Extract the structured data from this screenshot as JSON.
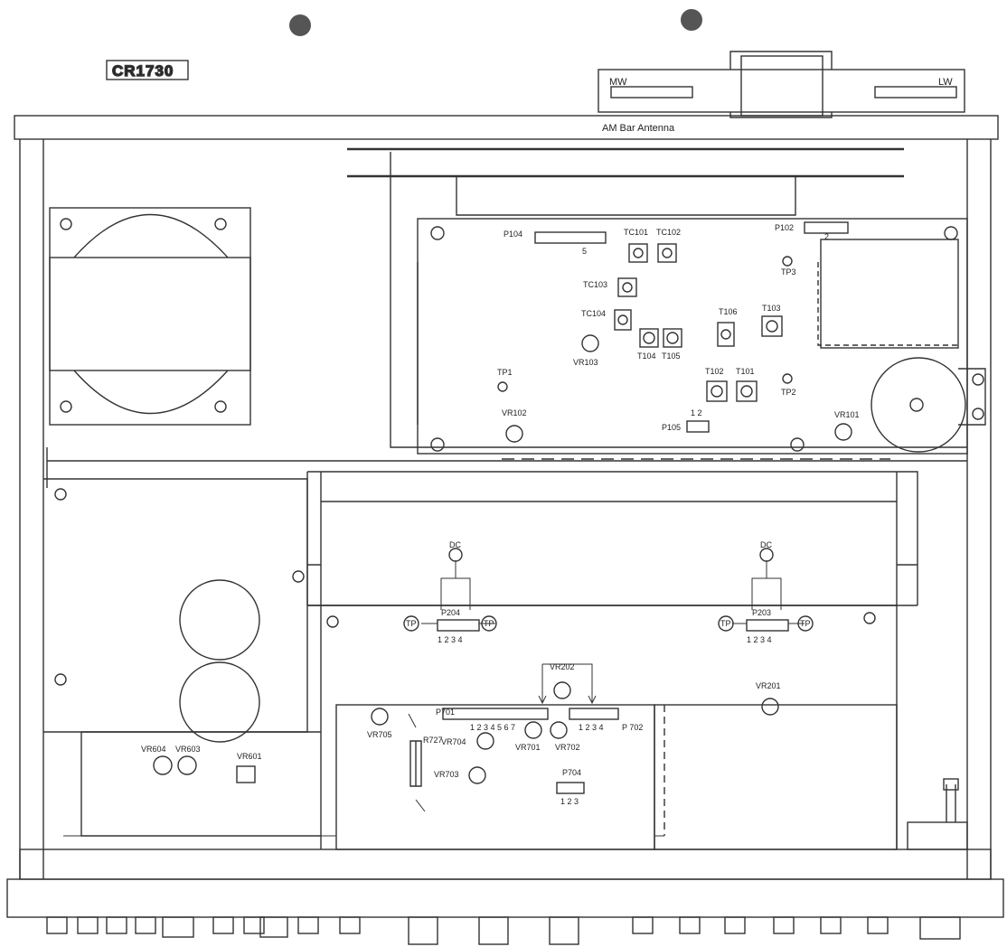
{
  "model": "CR1730",
  "antenna": {
    "title": "AM Bar Antenna",
    "left": "MW",
    "right": "LW"
  },
  "tuner": {
    "p104": "P104",
    "p104_pin": "5",
    "p102": "P102",
    "p102_pin": "2",
    "tc101": "TC101",
    "tc102": "TC102",
    "tc103": "TC103",
    "tc104": "TC104",
    "tp1": "TP1",
    "tp2": "TP2",
    "tp3": "TP3",
    "t101": "T101",
    "t102": "T102",
    "t103": "T103",
    "t104": "T104",
    "t105": "T105",
    "t106": "T106",
    "vr101": "VR101",
    "vr102": "VR102",
    "vr103": "VR103",
    "p105": "P105",
    "p105_pins": "1  2"
  },
  "power_amp": {
    "dc_left": "DC",
    "dc_right": "DC",
    "p204": "P204",
    "p203": "P203",
    "pins4": "1  2  3  4",
    "tp": "TP",
    "vr201": "VR201",
    "vr202": "VR202"
  },
  "control": {
    "p701": "P701",
    "p701_pins": "1 2 3 4 5 6 7",
    "p702": "P 702",
    "p702_pins": "1 2 3 4",
    "p704": "P704",
    "p704_pins": "1  2  3",
    "r727": "R727",
    "vr701": "VR701",
    "vr702": "VR702",
    "vr703": "VR703",
    "vr704": "VR704",
    "vr705": "VR705",
    "vr601": "VR601",
    "vr603": "VR603",
    "vr604": "VR604"
  },
  "colors": {
    "line": "#333333",
    "paper": "#ffffff",
    "hole": "#555555"
  }
}
